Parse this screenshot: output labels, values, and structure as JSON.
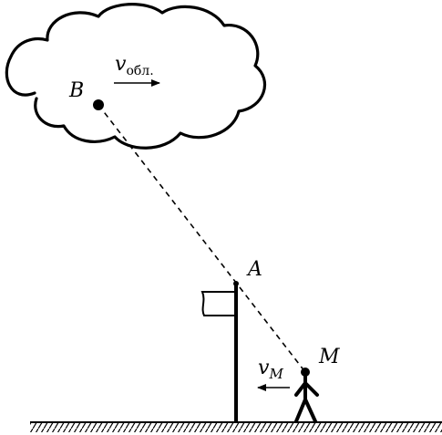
{
  "labels": {
    "point_b": "B",
    "point_a": "A",
    "point_m": "M",
    "cloud_velocity_symbol": "v",
    "cloud_velocity_subscript": "обл.",
    "man_velocity_symbol": "v",
    "man_velocity_subscript": "M"
  }
}
